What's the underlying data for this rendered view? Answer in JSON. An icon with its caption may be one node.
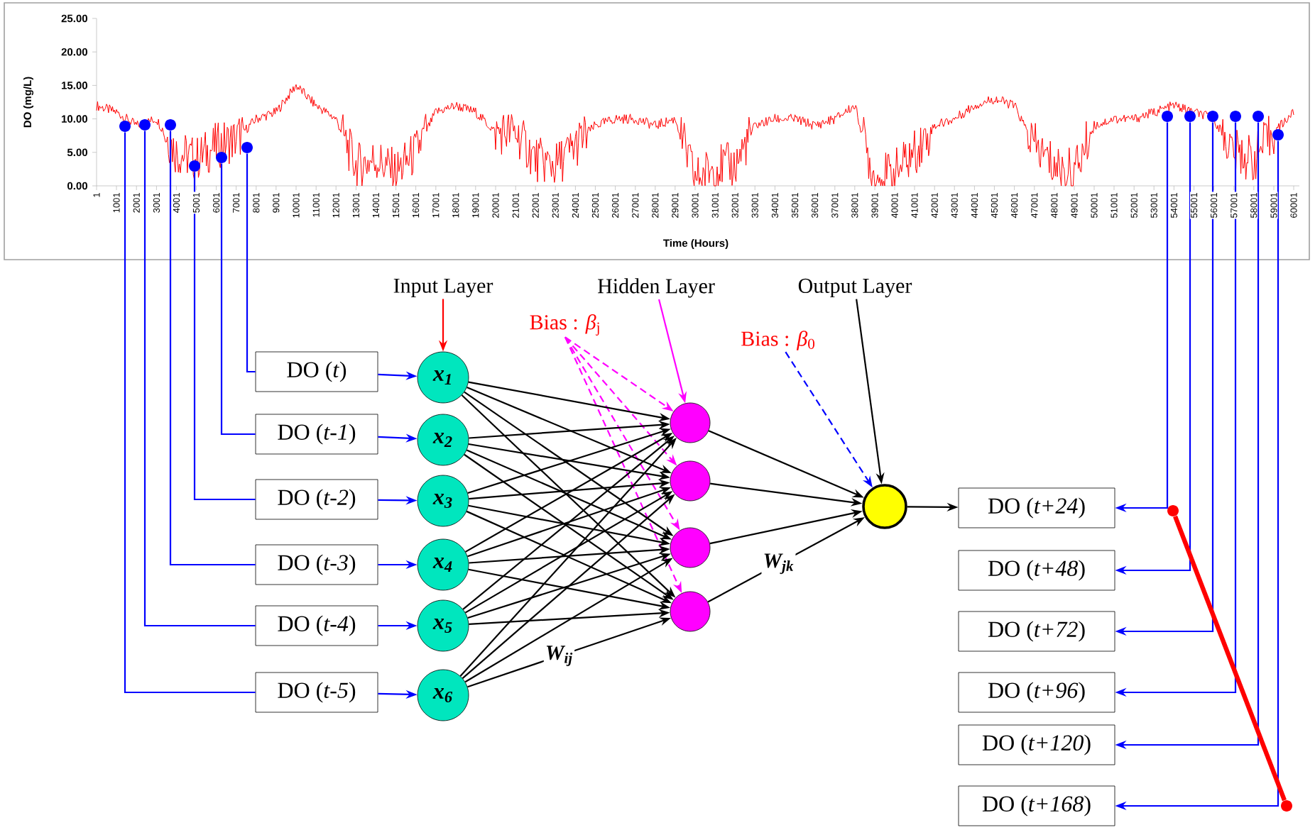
{
  "diagram": {
    "nodes": [
      {
        "text": [],
        "shape": "circle"
      },
      {
        "text": [],
        "shape": "circle"
      },
      {
        "text": [],
        "shape": "circle"
      },
      {
        "text": [],
        "shape": "circle"
      },
      {
        "text": [],
        "shape": "circle"
      },
      {
        "text": [],
        "shape": "circle"
      },
      {
        "text": [],
        "shape": "circle"
      },
      {
        "text": [],
        "shape": "circle"
      },
      {
        "text": [],
        "shape": "circle"
      },
      {
        "text": [],
        "shape": "circle"
      },
      {
        "text": [],
        "shape": "circle"
      },
      {
        "text": [],
        "shape": "circle"
      },
      {
        "text": [
          "Input Layer"
        ]
      },
      {
        "text": [
          "Hidden Layer"
        ]
      },
      {
        "text": [
          "Output Layer"
        ]
      },
      {
        "text": [
          "Bias : *β*$_{j}$"
        ]
      },
      {
        "text": [
          "Bias : *β*$_{0}$"
        ]
      },
      {
        "text": [
          "DO (*t*)"
        ]
      },
      {
        "text": [
          "DO (*t-1*)"
        ]
      },
      {
        "text": [
          "DO (*t-2*)"
        ]
      },
      {
        "text": [
          "DO (*t-3*)"
        ]
      },
      {
        "text": [
          "DO (*t-4*)"
        ]
      },
      {
        "text": [
          "DO (*t-5*)"
        ]
      },
      {
        "text": [
          "x$_{1}$"
        ]
      },
      {
        "text": [
          "x$_{2}$"
        ]
      },
      {
        "text": [
          "x$_{3}$"
        ]
      },
      {
        "text": [
          "x$_{4}$"
        ]
      },
      {
        "text": [
          "x$_{5}$"
        ]
      },
      {
        "text": [
          "x$_{6}$"
        ]
      },
      {
        "text": [],
        "shape": "circle"
      },
      {
        "text": [],
        "shape": "circle"
      },
      {
        "text": [],
        "shape": "circle"
      },
      {
        "text": [],
        "shape": "circle"
      },
      {
        "text": [],
        "shape": "circle"
      },
      {
        "text": [
          "DO (*t+24*)"
        ]
      },
      {
        "text": [
          "DO (*t+48*)"
        ]
      },
      {
        "text": [
          "DO (*t+72*)"
        ]
      },
      {
        "text": [
          "DO (*t+96*)"
        ]
      },
      {
        "text": [
          "DO (*t+120*)"
        ]
      },
      {
        "text": [
          "DO (*t+168*)"
        ]
      },
      {
        "text": [],
        "shape": "circle"
      },
      {
        "text": [],
        "shape": "circle"
      }
    ],
    "edges": [
      {
        "from": 0,
        "to": 22,
        "arrow": "none",
        "color": "#0000ff"
      },
      {
        "from": 1,
        "to": 21,
        "arrow": "none",
        "color": "#0000ff"
      },
      {
        "from": 2,
        "to": 20,
        "arrow": "none",
        "color": "#0000ff"
      },
      {
        "from": 3,
        "to": 19,
        "arrow": "none",
        "color": "#0000ff"
      },
      {
        "from": 4,
        "to": 18,
        "arrow": "none",
        "color": "#0000ff"
      },
      {
        "from": 5,
        "to": 17,
        "arrow": "none",
        "color": "#0000ff"
      },
      {
        "from": 6,
        "to": 34,
        "arrow": "to",
        "color": "#0000ff"
      },
      {
        "from": 7,
        "to": 35,
        "arrow": "to",
        "color": "#0000ff"
      },
      {
        "from": 8,
        "to": 36,
        "arrow": "to",
        "color": "#0000ff"
      },
      {
        "from": 9,
        "to": 37,
        "arrow": "to",
        "color": "#0000ff"
      },
      {
        "from": 10,
        "to": 38,
        "arrow": "to",
        "color": "#0000ff"
      },
      {
        "from": 11,
        "to": 39,
        "arrow": "to",
        "color": "#0000ff"
      },
      {
        "from": 12,
        "to": 23,
        "arrow": "to",
        "color": "#ff0000"
      },
      {
        "from": 13,
        "to": 29,
        "arrow": "to",
        "color": "#ff00ff"
      },
      {
        "from": 14,
        "to": 33,
        "arrow": "to"
      },
      {
        "from": 15,
        "to": 29,
        "arrow": "to",
        "style": "dashed",
        "color": "#ff00ff"
      },
      {
        "from": 15,
        "to": 30,
        "arrow": "to",
        "style": "dashed",
        "color": "#ff00ff"
      },
      {
        "from": 15,
        "to": 31,
        "arrow": "to",
        "style": "dashed",
        "color": "#ff00ff"
      },
      {
        "from": 15,
        "to": 32,
        "arrow": "to",
        "style": "dashed",
        "color": "#ff00ff"
      },
      {
        "from": 16,
        "to": 33,
        "arrow": "to",
        "style": "dashed",
        "color": "#0000ff"
      },
      {
        "from": 17,
        "to": 23,
        "arrow": "to",
        "color": "#0000ff"
      },
      {
        "from": 18,
        "to": 24,
        "arrow": "to",
        "color": "#0000ff"
      },
      {
        "from": 19,
        "to": 25,
        "arrow": "to",
        "color": "#0000ff"
      },
      {
        "from": 20,
        "to": 26,
        "arrow": "to",
        "color": "#0000ff"
      },
      {
        "from": 21,
        "to": 27,
        "arrow": "to",
        "color": "#0000ff"
      },
      {
        "from": 22,
        "to": 28,
        "arrow": "to",
        "color": "#0000ff"
      },
      {
        "from": 23,
        "to": 29,
        "arrow": "to"
      },
      {
        "from": 23,
        "to": 30,
        "arrow": "to"
      },
      {
        "from": 23,
        "to": 31,
        "arrow": "to"
      },
      {
        "from": 23,
        "to": 32,
        "arrow": "to"
      },
      {
        "from": 24,
        "to": 29,
        "arrow": "to"
      },
      {
        "from": 24,
        "to": 30,
        "arrow": "to"
      },
      {
        "from": 24,
        "to": 31,
        "arrow": "to"
      },
      {
        "from": 24,
        "to": 32,
        "arrow": "to"
      },
      {
        "from": 25,
        "to": 29,
        "arrow": "to"
      },
      {
        "from": 25,
        "to": 30,
        "arrow": "to"
      },
      {
        "from": 25,
        "to": 31,
        "arrow": "to"
      },
      {
        "from": 25,
        "to": 32,
        "arrow": "to"
      },
      {
        "from": 26,
        "to": 29,
        "arrow": "to"
      },
      {
        "from": 26,
        "to": 30,
        "arrow": "to"
      },
      {
        "from": 26,
        "to": 31,
        "arrow": "to"
      },
      {
        "from": 26,
        "to": 32,
        "arrow": "to"
      },
      {
        "from": 27,
        "to": 29,
        "arrow": "to"
      },
      {
        "from": 27,
        "to": 30,
        "arrow": "to"
      },
      {
        "from": 27,
        "to": 31,
        "arrow": "to"
      },
      {
        "from": 27,
        "to": 32,
        "arrow": "to"
      },
      {
        "from": 28,
        "to": 29,
        "arrow": "to"
      },
      {
        "from": 28,
        "to": 30,
        "arrow": "to"
      },
      {
        "from": 28,
        "to": 31,
        "arrow": "to"
      },
      {
        "from": 28,
        "to": 32,
        "arrow": "to",
        "label": "W$_{ij}$"
      },
      {
        "from": 29,
        "to": 33,
        "arrow": "to"
      },
      {
        "from": 30,
        "to": 33,
        "arrow": "to"
      },
      {
        "from": 31,
        "to": 33,
        "arrow": "to"
      },
      {
        "from": 32,
        "to": 33,
        "arrow": "to",
        "label": "W$_{jk}$"
      },
      {
        "from": 33,
        "to": 34,
        "arrow": "to"
      },
      {
        "from": 40,
        "to": 41,
        "arrow": "none",
        "style": "thick",
        "color": "#ff0000"
      }
    ],
    "labels": [
      "25.00",
      "20.00",
      "15.00",
      "10.00",
      "5.00",
      "0.00",
      "DO (mg/L)",
      "1",
      "1001",
      "2001",
      "3001",
      "4001",
      "5001",
      "6001",
      "7001",
      "8001",
      "9001",
      "10001",
      "11001",
      "12001",
      "13001",
      "14001",
      "15001",
      "16001",
      "17001",
      "18001",
      "19001",
      "20001",
      "21001",
      "22001",
      "23001",
      "24001",
      "25001",
      "26001",
      "27001",
      "28001",
      "29001",
      "30001",
      "31001",
      "32001",
      "33001",
      "34001",
      "35001",
      "36001",
      "37001",
      "38001",
      "39001",
      "40001",
      "41001",
      "42001",
      "43001",
      "44001",
      "45001",
      "46001",
      "47001",
      "48001",
      "49001",
      "50001",
      "51001",
      "52001",
      "53001",
      "54001",
      "55001",
      "56001",
      "57001",
      "58001",
      "59001",
      "60001",
      "Time (Hours)"
    ]
  }
}
